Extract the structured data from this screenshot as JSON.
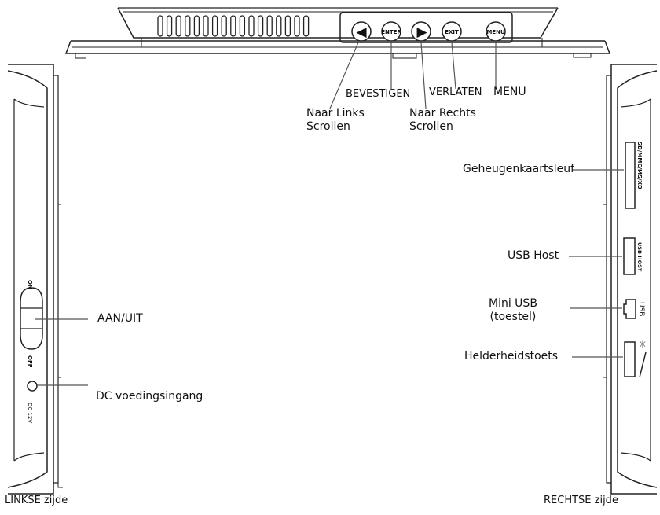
{
  "top_buttons": {
    "left_glyph": "◀",
    "enter": "ENTER",
    "right_glyph": "▶",
    "exit": "EXIT",
    "menu": "MENU"
  },
  "callouts": {
    "scroll_left": [
      "Naar Links",
      "Scrollen"
    ],
    "confirm": "BEVESTIGEN",
    "scroll_right": [
      "Naar Rechts",
      "Scrollen"
    ],
    "exit": "VERLATEN",
    "menu": "MENU",
    "memory_card_slot": "Geheugenkaartsleuf",
    "usb_host": "USB Host",
    "mini_usb": [
      "Mini USB",
      "(toestel)"
    ],
    "brightness_key": "Helderheidstoets",
    "power": "AAN/UIT",
    "dc_input": "DC voedingsingang"
  },
  "panel_text": {
    "on": "ON",
    "off": "OFF",
    "dc_rating": "DC 12V",
    "usb": "USB",
    "card_slot": "SD/MMC/MS/XD",
    "usb_host": "USB HOST",
    "brightness_glyph": "☼"
  },
  "captions": {
    "left_side": "LINKSE zijde",
    "right_side": "RECHTSE zijde"
  }
}
